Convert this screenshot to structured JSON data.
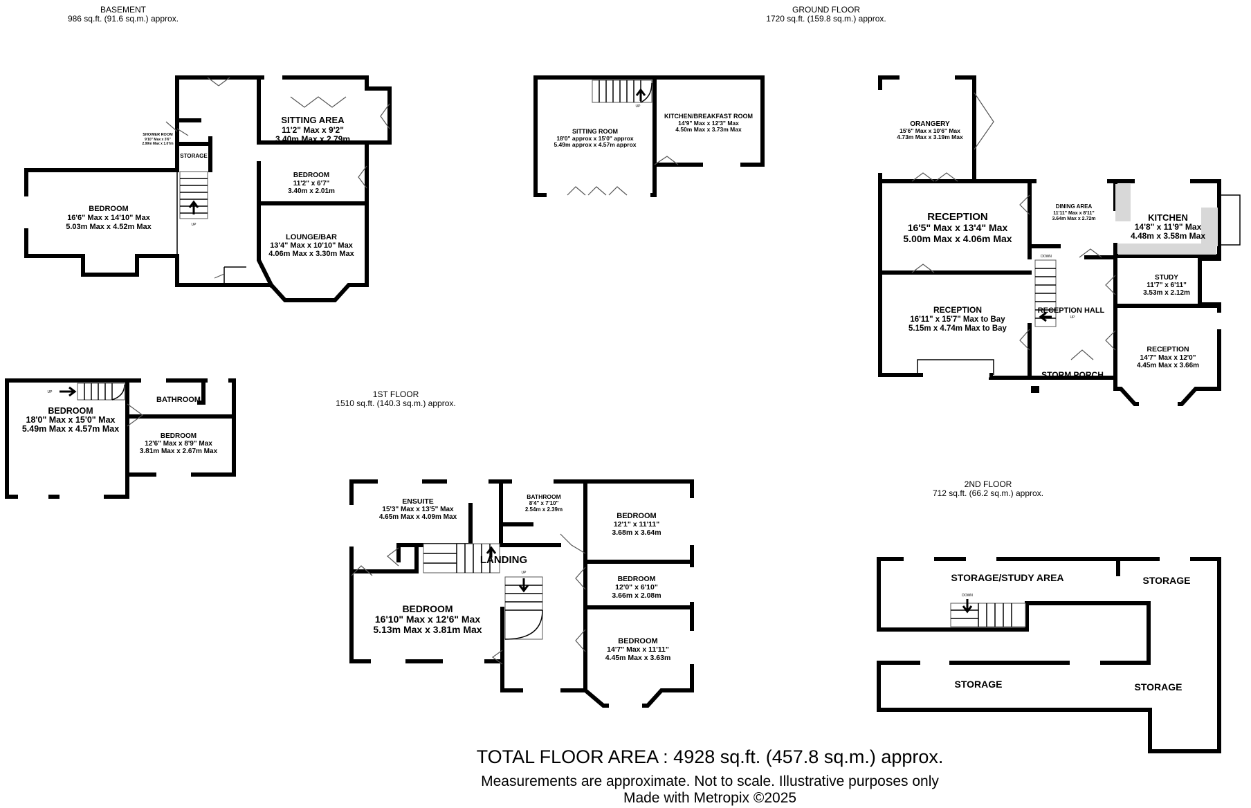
{
  "floors": {
    "basement": {
      "name": "BASEMENT",
      "area": "986 sq.ft. (91.6 sq.m.) approx."
    },
    "ground": {
      "name": "GROUND FLOOR",
      "area": "1720 sq.ft. (159.8 sq.m.) approx."
    },
    "first": {
      "name": "1ST FLOOR",
      "area": "1510 sq.ft. (140.3 sq.m.) approx."
    },
    "second": {
      "name": "2ND FLOOR",
      "area": "712 sq.ft. (66.2 sq.m.) approx."
    }
  },
  "rooms": {
    "b_sitting": {
      "name": "SITTING AREA",
      "l1": "11'2\" Max x 9'2\"",
      "l2": "3.40m Max x 2.79m"
    },
    "b_shower": {
      "name": "SHOWER ROOM",
      "l1": "9'10\" Max x 3'6\"",
      "l2": "2.99m Max x 1.07m"
    },
    "b_storage": {
      "name": "STORAGE"
    },
    "b_bedroom_small": {
      "name": "BEDROOM",
      "l1": "11'2\" x 6'7\"",
      "l2": "3.40m x 2.01m"
    },
    "b_bedroom_large": {
      "name": "BEDROOM",
      "l1": "16'6\" Max x 14'10\" Max",
      "l2": "5.03m Max x 4.52m Max"
    },
    "b_lounge": {
      "name": "LOUNGE/BAR",
      "l1": "13'4\" Max x 10'10\" Max",
      "l2": "4.06m Max x 3.30m Max"
    },
    "g_sitting": {
      "name": "SITTING ROOM",
      "l1": "18'0\" approx x 15'0\" approx",
      "l2": "5.49m approx x 4.57m approx"
    },
    "g_kitchen_bf": {
      "name": "KITCHEN/BREAKFAST ROOM",
      "l1": "14'9\" Max x 12'3\" Max",
      "l2": "4.50m Max x 3.73m Max"
    },
    "g_orangery": {
      "name": "ORANGERY",
      "l1": "15'6\" Max x 10'6\" Max",
      "l2": "4.73m Max x 3.19m Max"
    },
    "g_reception1": {
      "name": "RECEPTION",
      "l1": "16'5\" Max x 13'4\" Max",
      "l2": "5.00m Max x 4.06m Max"
    },
    "g_dining": {
      "name": "DINING AREA",
      "l1": "11'11\" Max x 8'11\"",
      "l2": "3.64m Max x 2.72m"
    },
    "g_kitchen": {
      "name": "KITCHEN",
      "l1": "14'8\" x 11'9\" Max",
      "l2": "4.48m x 3.58m Max"
    },
    "g_study": {
      "name": "STUDY",
      "l1": "11'7\" x 6'11\"",
      "l2": "3.53m x 2.12m"
    },
    "g_reception2": {
      "name": "RECEPTION",
      "l1": "16'11\" x 15'7\" Max to Bay",
      "l2": "5.15m x 4.74m Max to Bay"
    },
    "g_hall": {
      "name": "RECEPTION HALL"
    },
    "g_reception3": {
      "name": "RECEPTION",
      "l1": "14'7\" Max x 12'0\"",
      "l2": "4.45m Max x 3.66m"
    },
    "g_porch": {
      "name": "STORM PORCH"
    },
    "f_bedroom_w": {
      "name": "BEDROOM",
      "l1": "18'0\" Max x 15'0\" Max",
      "l2": "5.49m Max x 4.57m Max"
    },
    "f_bathroom_w": {
      "name": "BATHROOM"
    },
    "f_bedroom_w2": {
      "name": "BEDROOM",
      "l1": "12'6\" Max x 8'9\" Max",
      "l2": "3.81m Max x 2.67m Max"
    },
    "f_ensuite": {
      "name": "ENSUITE",
      "l1": "15'3\" Max x 13'5\" Max",
      "l2": "4.65m Max x 4.09m Max"
    },
    "f_bathroom": {
      "name": "BATHROOM",
      "l1": "8'4\" x 7'10\"",
      "l2": "2.54m x 2.39m"
    },
    "f_bedroom_ne": {
      "name": "BEDROOM",
      "l1": "12'1\" x 11'11\"",
      "l2": "3.68m x 3.64m"
    },
    "f_landing": {
      "name": "LANDING"
    },
    "f_bedroom_e": {
      "name": "BEDROOM",
      "l1": "12'0\" x 6'10\"",
      "l2": "3.66m x 2.08m"
    },
    "f_bedroom_main": {
      "name": "BEDROOM",
      "l1": "16'10\" Max x 12'6\" Max",
      "l2": "5.13m Max x 3.81m Max"
    },
    "f_bedroom_se": {
      "name": "BEDROOM",
      "l1": "14'7\" Max x 11'11\"",
      "l2": "4.45m Max x 3.63m"
    },
    "s_study": {
      "name": "STORAGE/STUDY AREA"
    },
    "s_storage_ne": {
      "name": "STORAGE"
    },
    "s_storage_sw": {
      "name": "STORAGE"
    },
    "s_storage_se": {
      "name": "STORAGE"
    }
  },
  "stair_labels": {
    "up": "UP",
    "down": "DOWN"
  },
  "footer": {
    "total": "TOTAL FLOOR AREA : 4928 sq.ft. (457.8 sq.m.) approx.",
    "note": "Measurements are approximate.  Not to scale.  Illustrative purposes only",
    "made": "Made with Metropix ©2025"
  }
}
